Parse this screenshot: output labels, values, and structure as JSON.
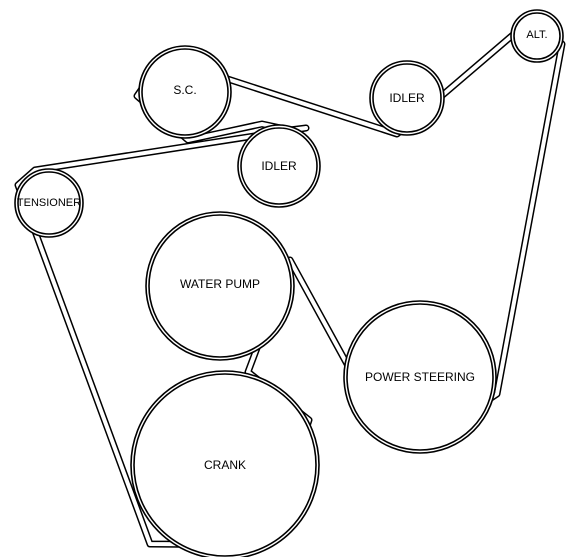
{
  "labels": {
    "sc": "S.C.",
    "idler_top": "IDLER",
    "alt": "ALT.",
    "idler_mid": "IDLER",
    "tensioner": "TENSIONER",
    "water_pump": "WATER PUMP",
    "power_steering": "POWER STEERING",
    "crank": "CRANK"
  },
  "colors": {
    "line": "#000000",
    "background": "#ffffff"
  }
}
